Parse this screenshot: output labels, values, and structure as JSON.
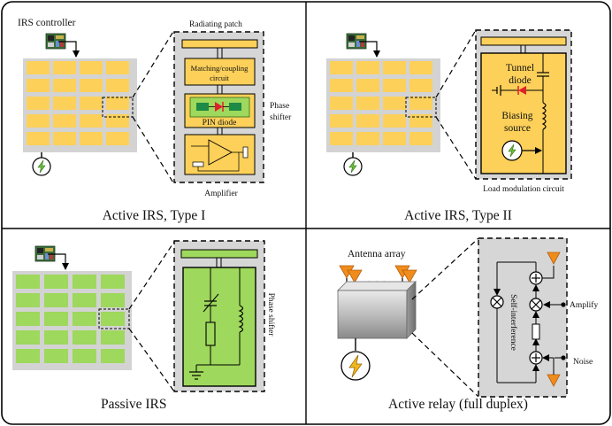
{
  "panels": {
    "active1": {
      "caption": "Active IRS, Type I",
      "controller": "IRS controller",
      "patch": "Radiating patch",
      "matching": [
        "Matching/coupling",
        "circuit"
      ],
      "pin": "PIN diode",
      "phase": [
        "Phase",
        "shifter"
      ],
      "amplifier": "Amplifier"
    },
    "active2": {
      "caption": "Active IRS, Type II",
      "tunnel": [
        "Tunnel",
        "diode"
      ],
      "bias": [
        "Biasing",
        "source"
      ],
      "load": "Load modulation circuit"
    },
    "passive": {
      "caption": "Passive IRS",
      "phase": "Phase shifter"
    },
    "relay": {
      "caption": "Active relay (full duplex)",
      "antenna": "Antenna array",
      "dots": "• • •",
      "si": "Self-interference",
      "amplify": "Amplify",
      "noise": "Noise"
    }
  },
  "colors": {
    "active_cell": "#fcd059",
    "passive_cell": "#9ed85c",
    "grid_bg": "#d3d3d3",
    "box_bg": "#d6d6d6",
    "antenna": "#f08c1c",
    "diode": "#e0202a",
    "pcb": "#3a6d3a"
  }
}
